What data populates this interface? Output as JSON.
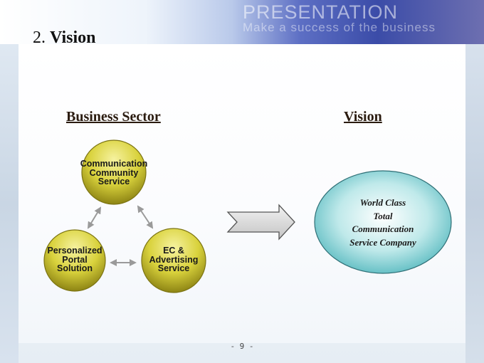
{
  "banner": {
    "title": "PRESENTATION",
    "subtitle": "Make a success of the business"
  },
  "slide": {
    "number": "2.",
    "title": "Vision",
    "page_number": "- 9 -"
  },
  "sections": {
    "business_sector": "Business Sector",
    "vision": "Vision"
  },
  "nodes": {
    "communication": "Communication\nCommunity\nService",
    "portal": "Personalized\nPortal\nSolution",
    "ec": "EC &\nAdvertising\nService"
  },
  "vision_statement": "World Class\nTotal\nCommunication\nService Company",
  "colors": {
    "node_fill": "#d9d23c",
    "vision_fill": "#7fcfd3",
    "arrow_fill": "#d8d8d8",
    "banner_accent": "#3b4ca8"
  }
}
